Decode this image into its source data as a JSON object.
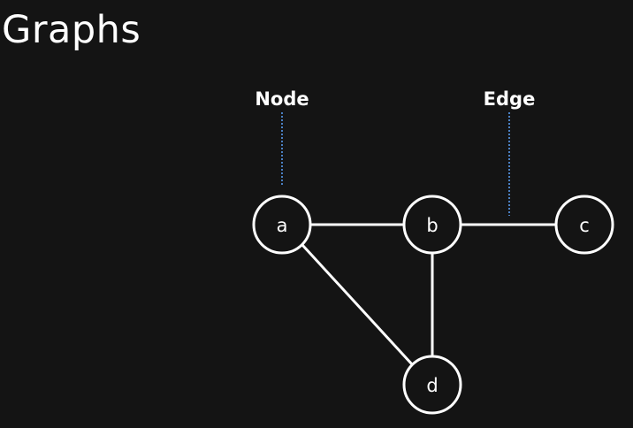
{
  "title": "Graphs",
  "annotations": {
    "node_label": "Node",
    "edge_label": "Edge"
  },
  "nodes": [
    {
      "id": "a",
      "label": "a"
    },
    {
      "id": "b",
      "label": "b"
    },
    {
      "id": "c",
      "label": "c"
    },
    {
      "id": "d",
      "label": "d"
    }
  ],
  "edges": [
    {
      "from": "a",
      "to": "b"
    },
    {
      "from": "b",
      "to": "c"
    },
    {
      "from": "a",
      "to": "d"
    },
    {
      "from": "b",
      "to": "d"
    }
  ],
  "colors": {
    "background": "#141414",
    "foreground": "#ffffff",
    "pointer": "#4a7fc1"
  }
}
